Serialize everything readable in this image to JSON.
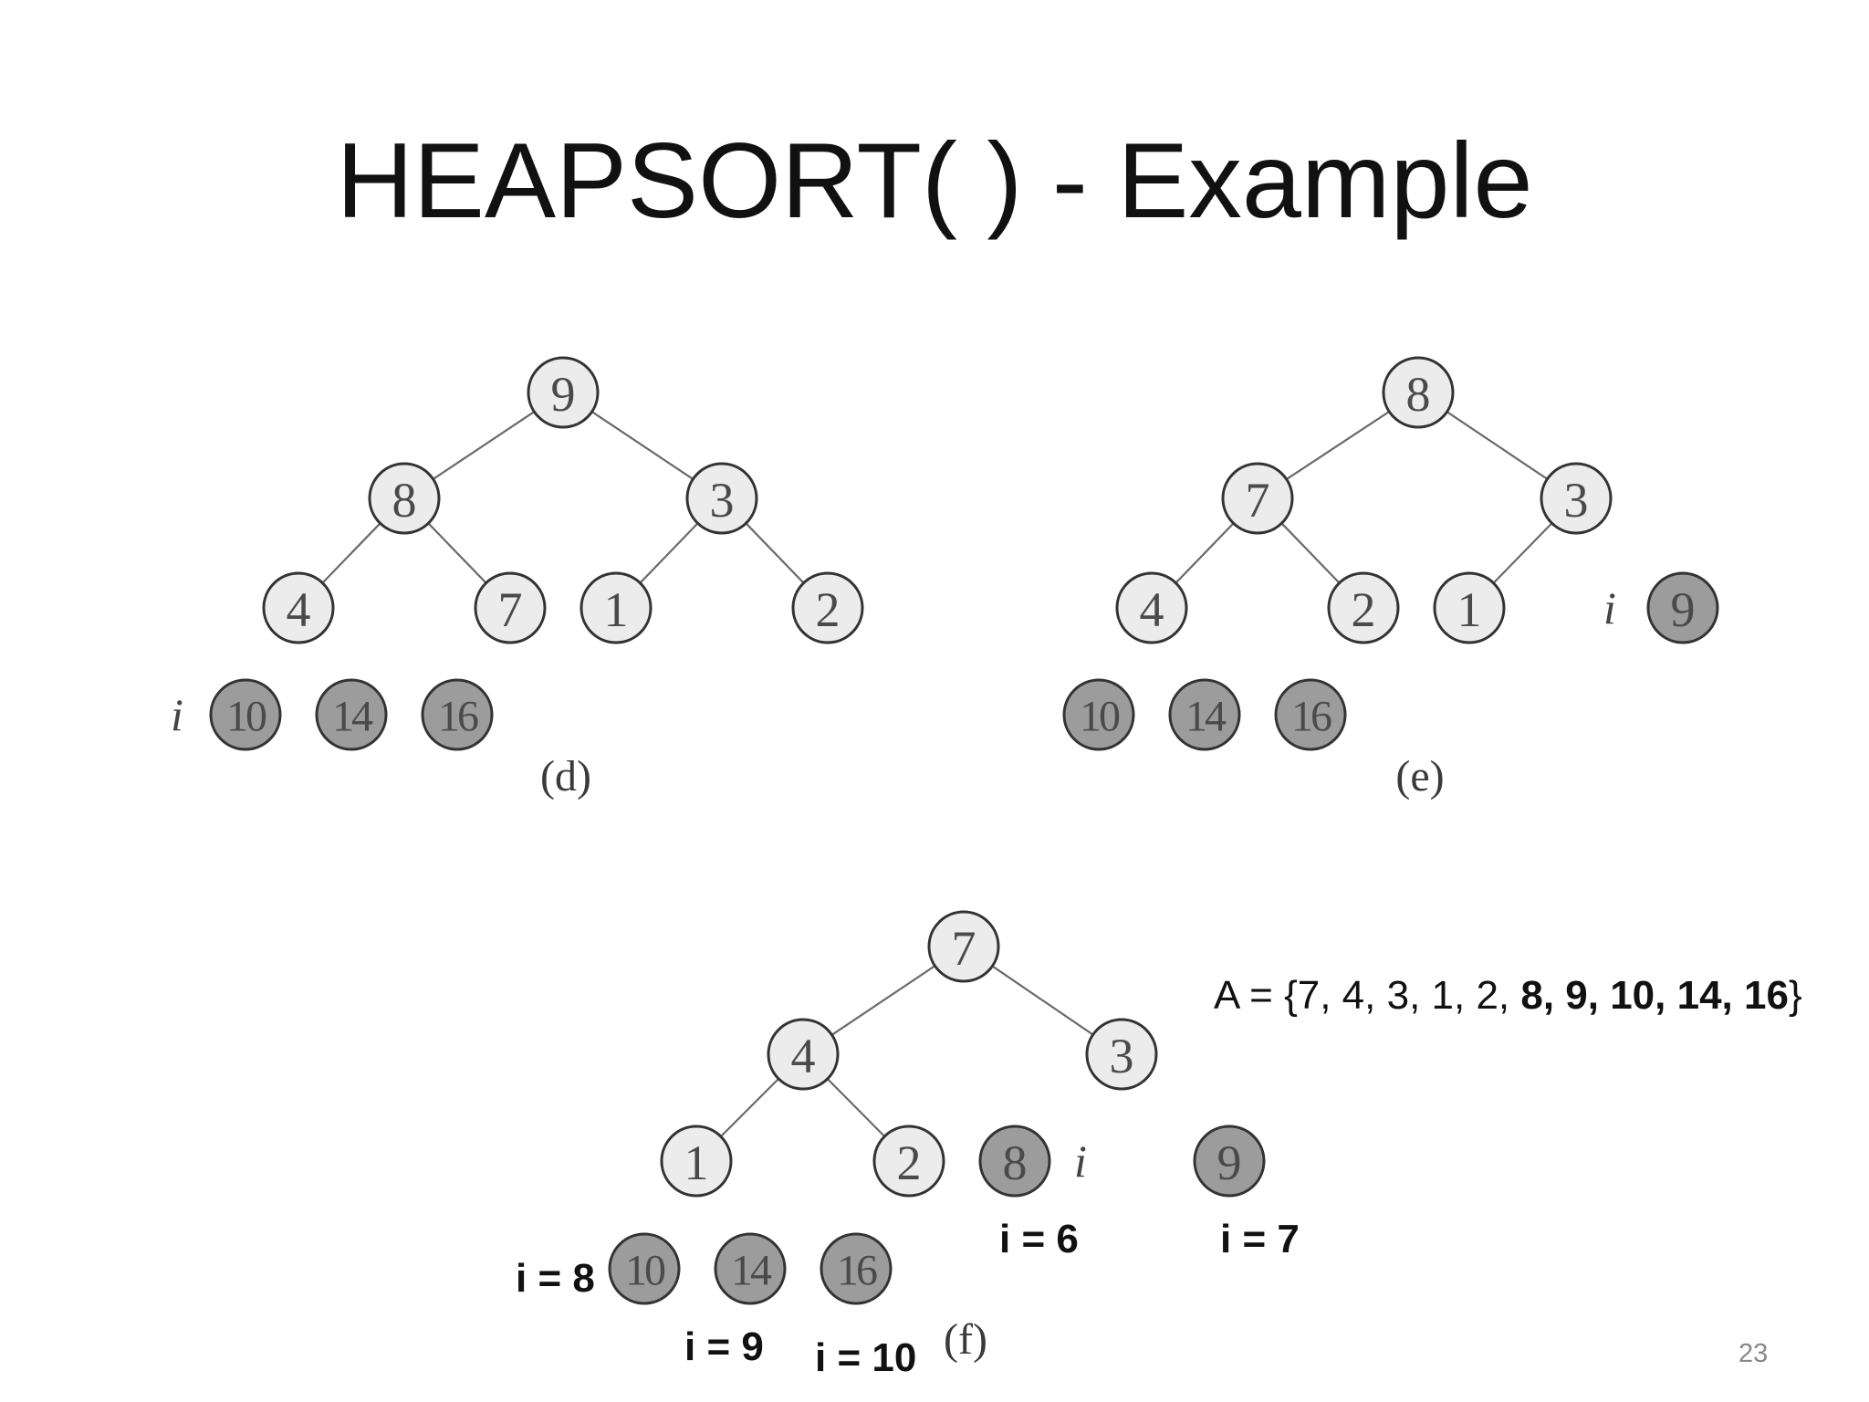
{
  "slide": {
    "title": "HEAPSORT( ) - Example",
    "page_number": "23"
  },
  "array": {
    "prefix": "A = {",
    "unsorted": "7, 4, 3, 1, 2, ",
    "sorted": "8, 9, 10, 14, 16",
    "suffix": "}"
  },
  "i_symbol": "i",
  "trees": [
    {
      "caption": "(d)",
      "nodes": [
        {
          "id": "d1",
          "value": "9",
          "sorted": false
        },
        {
          "id": "d2",
          "value": "8",
          "sorted": false
        },
        {
          "id": "d3",
          "value": "3",
          "sorted": false
        },
        {
          "id": "d4",
          "value": "4",
          "sorted": false
        },
        {
          "id": "d5",
          "value": "7",
          "sorted": false
        },
        {
          "id": "d6",
          "value": "1",
          "sorted": false
        },
        {
          "id": "d7",
          "value": "2",
          "sorted": false
        },
        {
          "id": "d8",
          "value": "10",
          "sorted": true
        },
        {
          "id": "d9",
          "value": "14",
          "sorted": true
        },
        {
          "id": "d10",
          "value": "16",
          "sorted": true
        }
      ],
      "edges": [
        [
          "d1",
          "d2"
        ],
        [
          "d1",
          "d3"
        ],
        [
          "d2",
          "d4"
        ],
        [
          "d2",
          "d5"
        ],
        [
          "d3",
          "d6"
        ],
        [
          "d3",
          "d7"
        ]
      ],
      "i_at": "d8"
    },
    {
      "caption": "(e)",
      "nodes": [
        {
          "id": "e1",
          "value": "8",
          "sorted": false
        },
        {
          "id": "e2",
          "value": "7",
          "sorted": false
        },
        {
          "id": "e3",
          "value": "3",
          "sorted": false
        },
        {
          "id": "e4",
          "value": "4",
          "sorted": false
        },
        {
          "id": "e5",
          "value": "2",
          "sorted": false
        },
        {
          "id": "e6",
          "value": "1",
          "sorted": false
        },
        {
          "id": "e7",
          "value": "9",
          "sorted": true
        },
        {
          "id": "e8",
          "value": "10",
          "sorted": true
        },
        {
          "id": "e9",
          "value": "14",
          "sorted": true
        },
        {
          "id": "e10",
          "value": "16",
          "sorted": true
        }
      ],
      "edges": [
        [
          "e1",
          "e2"
        ],
        [
          "e1",
          "e3"
        ],
        [
          "e2",
          "e4"
        ],
        [
          "e2",
          "e5"
        ],
        [
          "e3",
          "e6"
        ]
      ],
      "i_at": "e7"
    },
    {
      "caption": "(f)",
      "nodes": [
        {
          "id": "f1",
          "value": "7",
          "sorted": false
        },
        {
          "id": "f2",
          "value": "4",
          "sorted": false
        },
        {
          "id": "f3",
          "value": "3",
          "sorted": false
        },
        {
          "id": "f4",
          "value": "1",
          "sorted": false
        },
        {
          "id": "f5",
          "value": "2",
          "sorted": false
        },
        {
          "id": "f6",
          "value": "8",
          "sorted": true
        },
        {
          "id": "f7",
          "value": "9",
          "sorted": true
        },
        {
          "id": "f8",
          "value": "10",
          "sorted": true
        },
        {
          "id": "f9",
          "value": "14",
          "sorted": true
        },
        {
          "id": "f10",
          "value": "16",
          "sorted": true
        }
      ],
      "edges": [
        [
          "f1",
          "f2"
        ],
        [
          "f1",
          "f3"
        ],
        [
          "f2",
          "f4"
        ],
        [
          "f2",
          "f5"
        ]
      ],
      "i_at": "f6",
      "index_labels": [
        {
          "node": "f6",
          "text": "i = 6"
        },
        {
          "node": "f7",
          "text": "i = 7"
        },
        {
          "node": "f8",
          "text": "i = 8"
        },
        {
          "node": "f9",
          "text": "i = 9"
        },
        {
          "node": "f10",
          "text": "i = 10"
        }
      ]
    }
  ]
}
